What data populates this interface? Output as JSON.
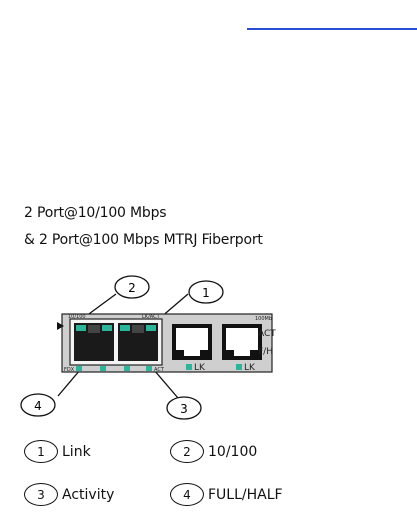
{
  "caption": {
    "line1": "2 Port@10/100 Mbps",
    "line2": "& 2 Port@100 Mbps MTRJ Fiberport"
  },
  "panel": {
    "label_10_100": "10/100",
    "label_lkact": "LK/ACT",
    "label_10mbs": "100Mb",
    "label_act": "ACT",
    "label_fh": "F/H",
    "label_lk1": "LK",
    "label_lk2": "LK",
    "label_fdx": "FDX",
    "label_act_bottom": "ACT"
  },
  "callouts": [
    "1",
    "2",
    "3",
    "4"
  ],
  "legend": [
    {
      "num": "1",
      "label": "Link"
    },
    {
      "num": "2",
      "label": "10/100"
    },
    {
      "num": "3",
      "label": "Activity"
    },
    {
      "num": "4",
      "label": "FULL/HALF"
    }
  ],
  "colors": {
    "led": "#2bb59a",
    "port": "#1a1a1a",
    "panel": "#cfcfcf",
    "link_underline": "#2a4fd6"
  }
}
